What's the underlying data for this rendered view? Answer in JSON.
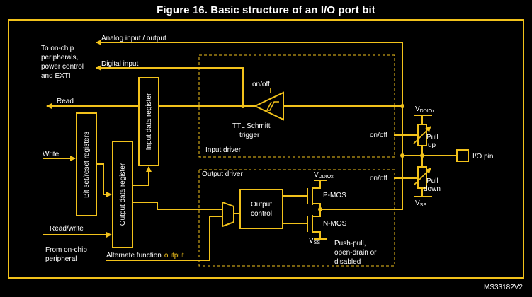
{
  "title": "Figure 16. Basic structure of an I/O port bit",
  "labels": {
    "analog_io": "Analog input / output",
    "to_onchip_1": "To on-chip",
    "to_onchip_2": "peripherals,",
    "to_onchip_3": "power control",
    "to_onchip_4": "and EXTI",
    "digital_input": "Digital input",
    "read": "Read",
    "write": "Write",
    "read_write": "Read/write",
    "from_onchip_1": "From on-chip",
    "from_onchip_2": "peripheral",
    "alt_func": "Alternate function",
    "alt_func_output": "output",
    "input_data_register": "Input data register",
    "bit_set_reset": "Bit set/reset registers",
    "output_data_register": "Output data register",
    "on_off_schmitt": "on/off",
    "ttl_schmitt_1": "TTL Schmitt",
    "ttl_schmitt_2": "trigger",
    "input_driver": "Input driver",
    "output_driver": "Output driver",
    "vddiox_top_main": "V",
    "vddiox_top_sub": "DDIOx",
    "vddiox_mid_main": "V",
    "vddiox_mid_sub": "DDIOx",
    "on_off_pullup": "on/off",
    "pull_up_1": "Pull",
    "pull_up_2": "up",
    "on_off_pulldown": "on/off",
    "pull_down_1": "Pull",
    "pull_down_2": "down",
    "vss_right_main": "V",
    "vss_right_sub": "SS",
    "vss_bottom_main": "V",
    "vss_bottom_sub": "SS",
    "io_pin": "I/O pin",
    "output_control_1": "Output",
    "output_control_2": "control",
    "pmos": "P-MOS",
    "nmos": "N-MOS",
    "push_pull_1": "Push-pull,",
    "push_pull_2": "open-drain or",
    "push_pull_3": "disabled",
    "ms_code": "MS33182V2"
  },
  "colors": {
    "background": "#000000",
    "line": "#f2c21b",
    "text": "#ffffff"
  }
}
